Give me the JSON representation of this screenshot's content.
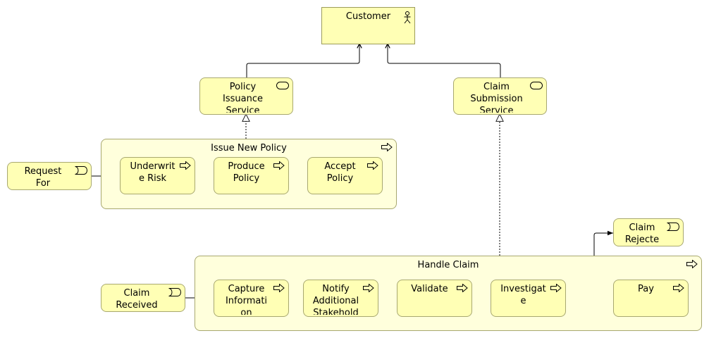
{
  "nodes": {
    "customer": "Customer",
    "policy_issuance_service": "Policy\nIssuance\nService",
    "claim_submission_service": "Claim\nSubmission\nService",
    "issue_new_policy": "Issue New Policy",
    "request_for": "Request\nFor",
    "underwrite_risk": "Underwrit\ne Risk",
    "produce_policy": "Produce\nPolicy",
    "accept_policy": "Accept\nPolicy",
    "claim_rejected": "Claim\nRejecte",
    "handle_claim": "Handle Claim",
    "claim_received": "Claim\nReceived",
    "capture_information": "Capture\nInformati\non",
    "notify_additional_stakeholders": "Notify\nAdditional\nStakehold",
    "validate": "Validate",
    "investigate": "Investigat\ne",
    "pay": "Pay"
  },
  "icons": {
    "actor": "actor-icon",
    "service": "service-icon",
    "process": "process-arrow-icon",
    "event": "event-icon"
  },
  "colors": {
    "element_fill": "#ffffb5",
    "group_fill": "#ffffdc",
    "border": "#a8a870",
    "line": "#000000"
  }
}
